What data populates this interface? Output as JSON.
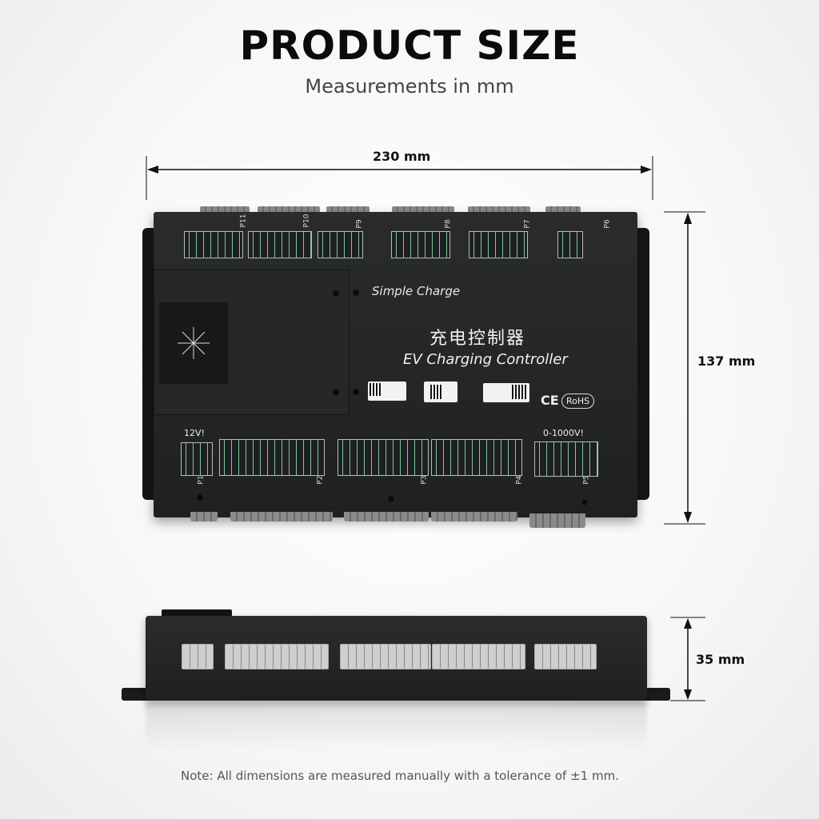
{
  "header": {
    "title": "PRODUCT SIZE",
    "subtitle": "Measurements in mm"
  },
  "dimensions": {
    "width": "230 mm",
    "height": "137 mm",
    "depth": "35 mm"
  },
  "device": {
    "brand": "Simple Charge",
    "title_cn": "充电控制器",
    "title_en": "EV Charging Controller",
    "cert_ce": "CE",
    "cert_rohs": "RoHS",
    "voltage_low": "12V!",
    "voltage_high": "0-1000V!",
    "ports_top": [
      "P11",
      "P10",
      "P9",
      "P8",
      "P7",
      "P6"
    ],
    "ports_bottom": [
      "P1",
      "P2",
      "P3",
      "P4",
      "P5"
    ]
  },
  "footer": {
    "note": "Note: All dimensions are measured manually with a tolerance of ±1 mm."
  },
  "colors": {
    "device_body": "#252628",
    "terminal_accent": "#7fc6a0",
    "dimension_line": "#111111"
  }
}
